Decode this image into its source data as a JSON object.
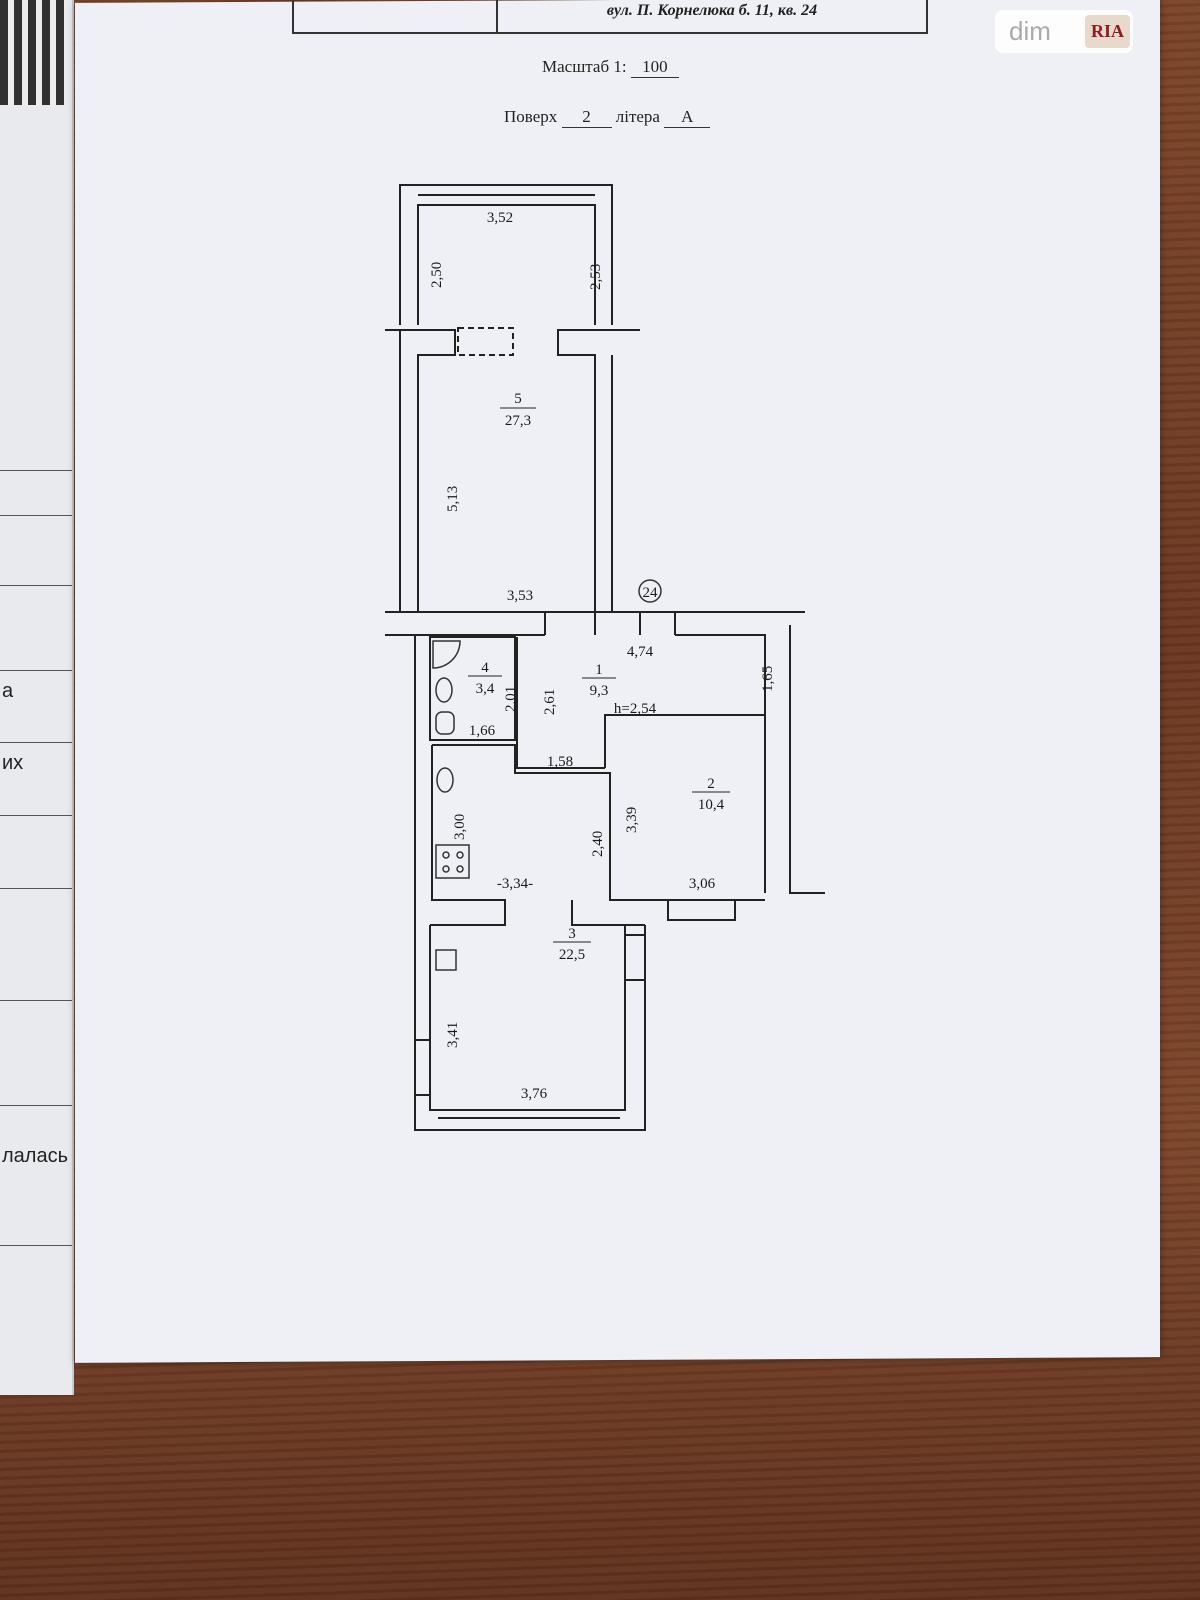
{
  "header": {
    "address": "вул. П. Корнелюка б. 11, кв. 24"
  },
  "scale": {
    "label": "Масштаб 1:",
    "value": "100"
  },
  "floor": {
    "label": "Поверх",
    "value": "2",
    "letter_label": "літера",
    "letter_value": "А"
  },
  "watermark": {
    "text": "dim",
    "logo": "RIA"
  },
  "left_page": {
    "fragments": [
      "а",
      "их",
      "лалась"
    ]
  },
  "apartment_marker": "24",
  "rooms": [
    {
      "number": "1",
      "area": "9,3"
    },
    {
      "number": "2",
      "area": "10,4"
    },
    {
      "number": "3",
      "area": "22,5"
    },
    {
      "number": "4",
      "area": "3,4"
    },
    {
      "number": "5",
      "area": "27,3"
    }
  ],
  "dimensions": {
    "balcony_width": "3,52",
    "balcony_left": "2,50",
    "balcony_right": "2,53",
    "room5_length": "5,13",
    "room5_width": "3,53",
    "room1_width": "4,74",
    "room1_right": "1,65",
    "room1_left": "2,61",
    "ceiling_height": "h=2,54",
    "room4_height": "2,01",
    "room4_width": "1,66",
    "corridor_width": "1,58",
    "kitchen_side": "3,00",
    "kitchen_width": "-3,34-",
    "kitchen_right": "2,40",
    "room2_height": "3,39",
    "room2_width": "3,06",
    "room3_height": "3,41",
    "room3_width": "3,76"
  }
}
